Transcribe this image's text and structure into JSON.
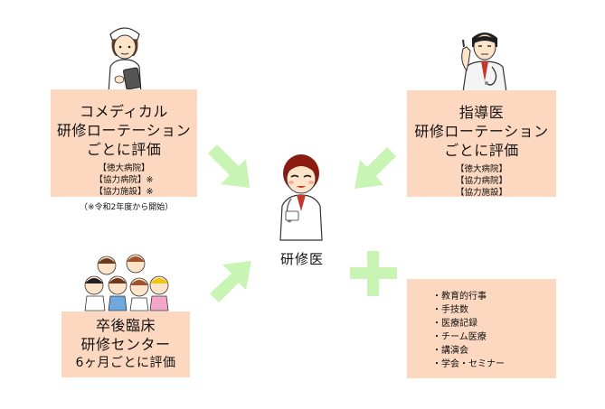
{
  "comedical": {
    "title_lines": [
      "コメディカル",
      "研修ローテーション",
      "ごとに評価"
    ],
    "sub_lines": [
      "【徳大病院】",
      "【協力病院】※",
      "【協力施設】※"
    ],
    "note": "（※令和2年度から開始）"
  },
  "instructor": {
    "title_lines": [
      "指導医",
      "研修ローテーション",
      "ごとに評価"
    ],
    "sub_lines": [
      "【徳大病院】",
      "【協力病院】",
      "【協力施設】"
    ]
  },
  "center": {
    "title_lines": [
      "卒後臨床",
      "研修センター",
      "6ヶ月ごとに評価"
    ]
  },
  "resident": {
    "label": "研修医"
  },
  "items": [
    "・教育的行事",
    "・手技数",
    "・医療記録",
    "・チーム医療",
    "・講演会",
    "・学会・セミナー"
  ],
  "colors": {
    "box_fill": "#fdd8c0",
    "arrow": "#c8f5b4",
    "plus": "#c8f5b4"
  }
}
